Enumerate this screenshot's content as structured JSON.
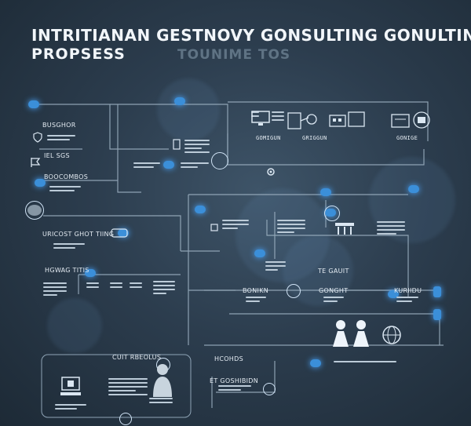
{
  "header": {
    "title_line1": "INTRITIANAN GESTNOVY GONSULTING GONULTING",
    "title_line2": "PROPSESS",
    "subtitle": "TOUNIME TOS"
  },
  "labels": {
    "l1": "BUSGHOR",
    "l2": "IEL SGS",
    "l3": "BOOCOMBOS",
    "l4": "URICOST GHOT TIING",
    "l5": "HGWAG TITIS",
    "l6": "CUIT RBEOLUS",
    "l7": "GOMIGUN",
    "l8": "GRIGGUN",
    "l9": "GONIGE",
    "l10": "TE GAUIT",
    "l11": "BONIKN",
    "l12": "GONGHT",
    "l13": "KURIIDU",
    "l14": "HCOHDS",
    "l15": "ET GOSHIBIDN"
  },
  "colors": {
    "accent": "#3b8fd9",
    "line": "#9fb3c4",
    "background": "#2c3d4e"
  }
}
